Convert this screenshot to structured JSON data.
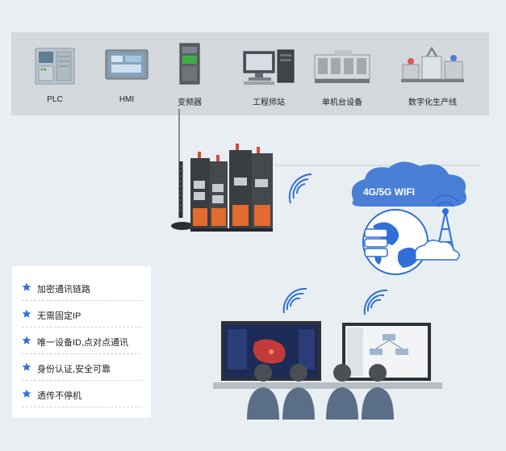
{
  "devices": [
    {
      "label": "PLC",
      "icon": "plc-icon"
    },
    {
      "label": "HMI",
      "icon": "hmi-icon"
    },
    {
      "label": "变频器",
      "icon": "inverter-icon"
    },
    {
      "label": "工程师站",
      "icon": "workstation-icon"
    },
    {
      "label": "单机台设备",
      "icon": "machine-icon"
    },
    {
      "label": "数字化生产线",
      "icon": "production-line-icon"
    }
  ],
  "cloud": {
    "label": "4G/5G WIFI"
  },
  "features": [
    "加密通讯链路",
    "无需固定IP",
    "唯一设备ID,点对点通讯",
    "身份认证,安全可靠",
    "透传不停机"
  ],
  "colors": {
    "background": "#e9eef2",
    "device_bar": "#d3d8dc",
    "accent_blue": "#2f6fd6",
    "cloud_blue": "#4a7fd6",
    "router_dark": "#3a3d40"
  }
}
